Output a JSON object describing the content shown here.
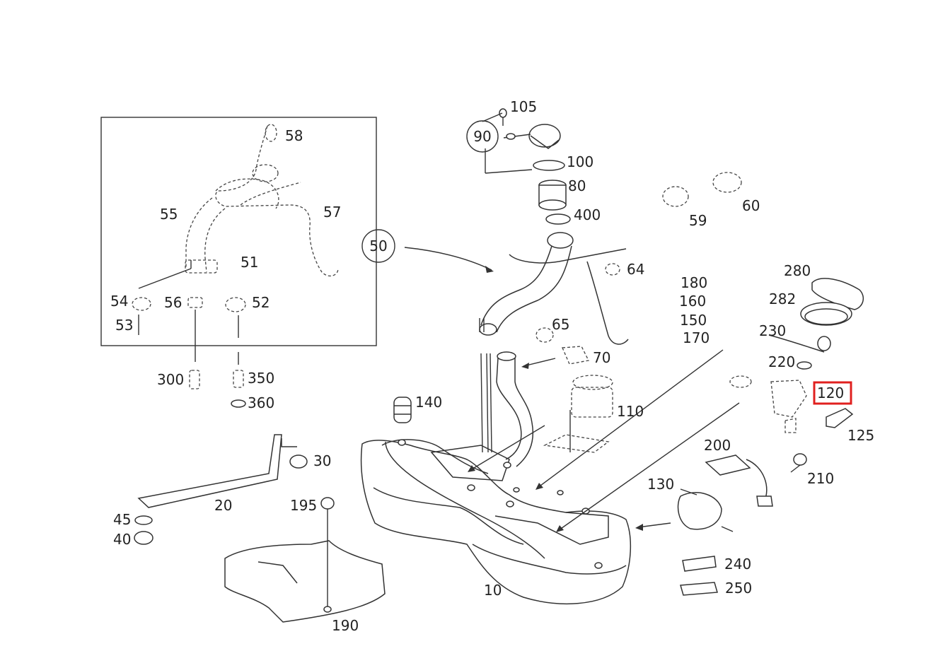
{
  "diagram": {
    "highlight_color": "#e0201f",
    "highlighted_part": "120",
    "callouts": {
      "c10": "10",
      "c20": "20",
      "c30": "30",
      "c40": "40",
      "c45": "45",
      "c50": "50",
      "c51": "51",
      "c52": "52",
      "c53": "53",
      "c54": "54",
      "c55": "55",
      "c56": "56",
      "c57": "57",
      "c58": "58",
      "c59": "59",
      "c60": "60",
      "c64": "64",
      "c65": "65",
      "c70": "70",
      "c80": "80",
      "c90": "90",
      "c100": "100",
      "c105": "105",
      "c110": "110",
      "c120": "120",
      "c125": "125",
      "c130": "130",
      "c140": "140",
      "c150": "150",
      "c160": "160",
      "c170": "170",
      "c180": "180",
      "c190": "190",
      "c195": "195",
      "c200": "200",
      "c210": "210",
      "c220": "220",
      "c230": "230",
      "c240": "240",
      "c250": "250",
      "c280": "280",
      "c282": "282",
      "c300": "300",
      "c350": "350",
      "c360": "360",
      "c400": "400"
    }
  }
}
